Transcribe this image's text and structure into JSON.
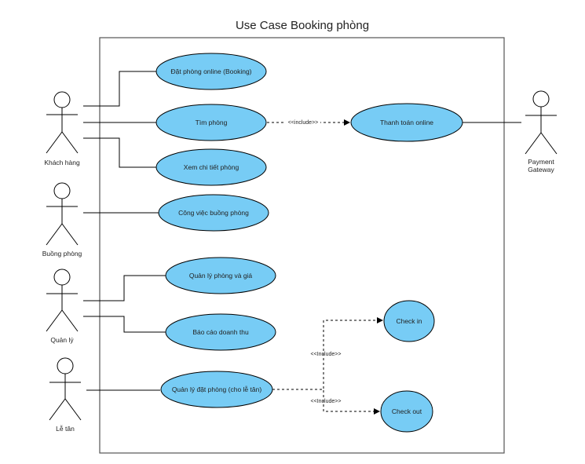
{
  "title": "Use Case Booking phòng",
  "colors": {
    "usecase_fill": "#77ccf5",
    "stroke": "#000000",
    "boundary": "#555555"
  },
  "actors": {
    "khach_hang": "Khách hàng",
    "buong_phong": "Buồng phòng",
    "quan_ly": "Quản lý",
    "le_tan": "Lễ tân",
    "payment_line1": "Payment",
    "payment_line2": "Gateway"
  },
  "usecases": {
    "dat_phong": "Đặt phòng online (Booking)",
    "tim_phong": "Tìm phòng",
    "xem_chi_tiet": "Xem chi tiết phòng",
    "cong_viec": "Công việc buồng phòng",
    "quan_ly_phong": "Quản lý phòng và giá",
    "bao_cao": "Báo cáo doanh thu",
    "quan_ly_dat": "Quản lý đặt phòng (cho lễ tân)",
    "thanh_toan": "Thanh toán online",
    "check_in": "Check in",
    "check_out": "Check out"
  },
  "relations": {
    "include_payment": "<<include>>",
    "include_checkin": "<<Include>>",
    "include_checkout": "<<Include>>"
  }
}
